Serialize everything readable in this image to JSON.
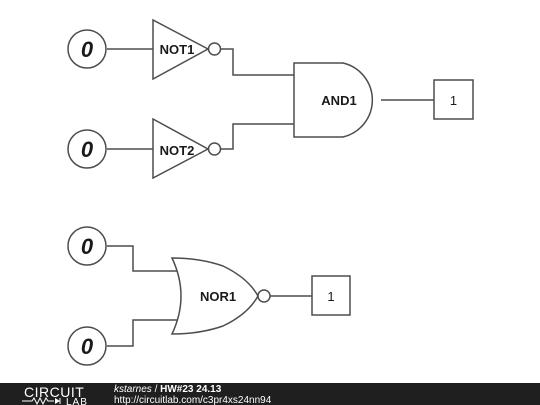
{
  "inputs": [
    {
      "id": "in1",
      "value": "0"
    },
    {
      "id": "in2",
      "value": "0"
    },
    {
      "id": "in3",
      "value": "0"
    },
    {
      "id": "in4",
      "value": "0"
    }
  ],
  "gates": {
    "not1": "NOT1",
    "not2": "NOT2",
    "and1": "AND1",
    "nor1": "NOR1"
  },
  "outputs": [
    {
      "id": "out1",
      "value": "1"
    },
    {
      "id": "out2",
      "value": "1"
    }
  ],
  "footer": {
    "logo_top": "CIRCUIT",
    "logo_bottom": "LAB",
    "user": "kstarnes",
    "separator": " / ",
    "title": "HW#23 24.13",
    "url": "http://circuitlab.com/c3pr4xs24nn94"
  }
}
